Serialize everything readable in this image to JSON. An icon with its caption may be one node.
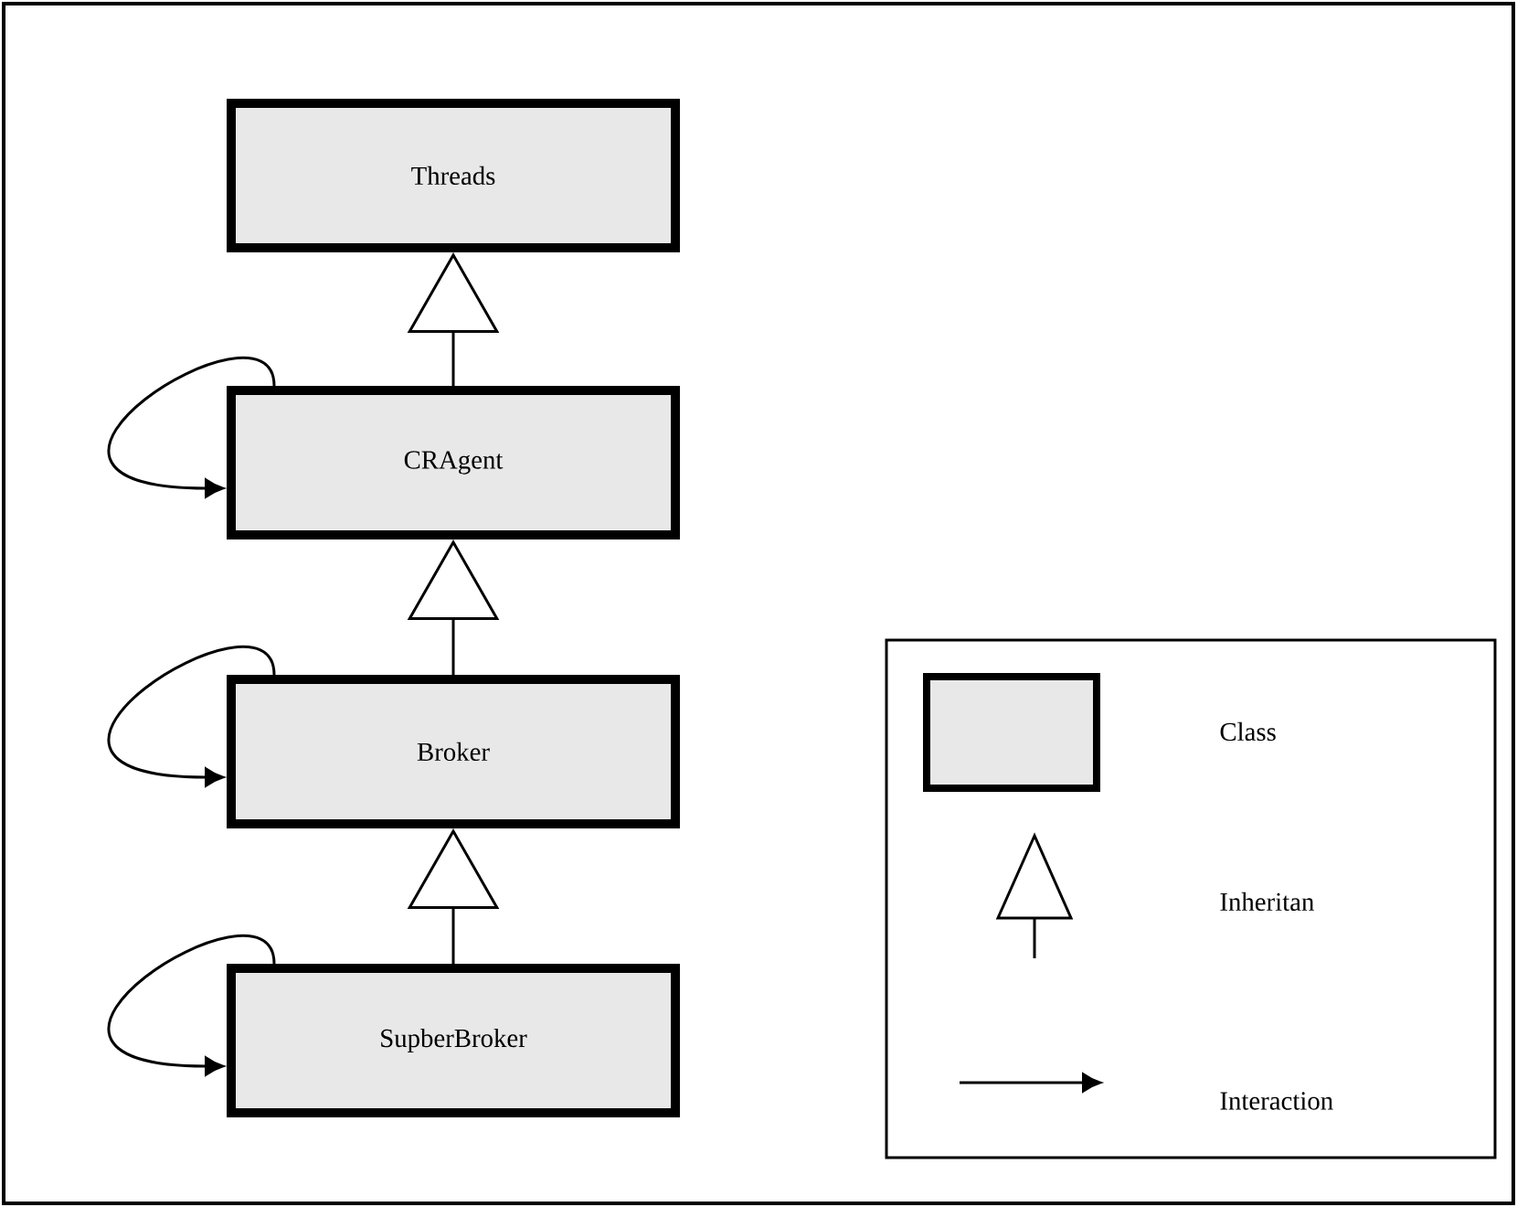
{
  "diagram": {
    "nodes": [
      {
        "text": [
          "Threads"
        ]
      },
      {
        "text": [
          "CRAgent"
        ]
      },
      {
        "text": [
          "Broker"
        ]
      },
      {
        "text": [
          "SupberBroker"
        ]
      }
    ],
    "edges": [
      {
        "from": 1,
        "to": 0,
        "arrow": "to"
      },
      {
        "from": 1,
        "to": 1,
        "arrow": "to"
      },
      {
        "from": 2,
        "to": 1,
        "arrow": "to"
      },
      {
        "from": 2,
        "to": 2,
        "arrow": "to"
      },
      {
        "from": 3,
        "to": 2,
        "arrow": "to"
      },
      {
        "from": 3,
        "to": 3,
        "arrow": "to"
      }
    ],
    "legend": [
      {
        "text": "Class",
        "color": "#e8e8e8"
      },
      {
        "text": "Inheritan"
      },
      {
        "text": "Interaction"
      }
    ]
  }
}
